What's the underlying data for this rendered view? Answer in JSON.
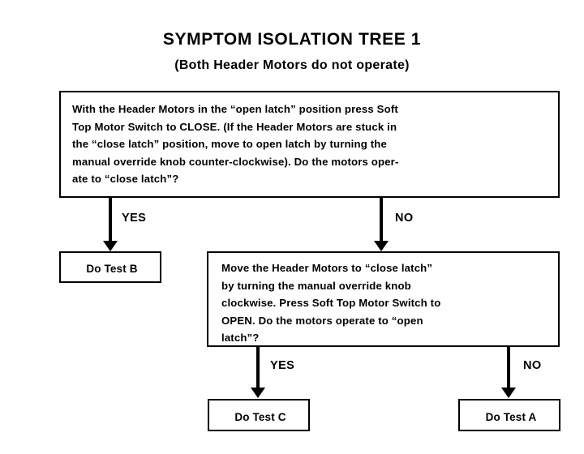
{
  "title": {
    "main": "SYMPTOM ISOLATION TREE 1",
    "subtitle": "(Both Header Motors do not operate)"
  },
  "nodes": {
    "question_1": {
      "id": "question-1",
      "text": "With the Header Motors in the “open latch” position press Soft\nTop Motor Switch to CLOSE. (If the Header Motors are stuck in\nthe “close latch”  position, move to open latch by turning the\nmanual override knob counter-clockwise). Do the motors oper-\nate to “close latch”?"
    },
    "test_b": {
      "id": "test-b",
      "text": "Do Test B"
    },
    "question_2": {
      "id": "question-2",
      "text": "Move the Header Motors to “close latch”\nby  turning the manual override knob\nclockwise. Press Soft Top Motor Switch to\nOPEN. Do the motors operate to “open\nlatch”?"
    },
    "test_c": {
      "id": "test-c",
      "text": "Do Test C"
    },
    "test_a": {
      "id": "test-a",
      "text": "Do Test A"
    }
  },
  "branches": {
    "yes_1": "YES",
    "no_1": "NO",
    "yes_2": "YES",
    "no_2": "NO"
  },
  "colors": {
    "line": "#000000",
    "background": "#ffffff",
    "text": "#000000"
  }
}
